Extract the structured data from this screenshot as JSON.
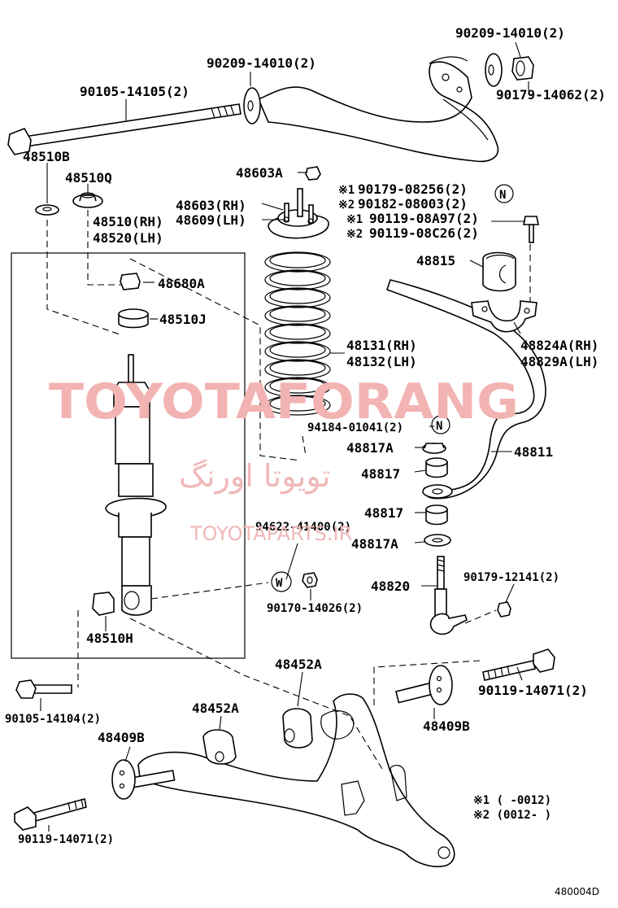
{
  "watermark": {
    "main": "TOYOTAFORANG",
    "arabic": "تویوتا اورنگ",
    "site": "TOYOTAPARTS.IR"
  },
  "labels": {
    "p90209_top": "90209-14010(2)",
    "p90209_mid": "90209-14010(2)",
    "p90179_14062": "90179-14062(2)",
    "p90105_14105": "90105-14105(2)",
    "p48510B": "48510B",
    "p48510Q": "48510Q",
    "p48510_rh": "48510(RH)",
    "p48520_lh": "48520(LH)",
    "p48603A": "48603A",
    "p48603_rh": "48603(RH)",
    "p48609_lh": "48609(LH)",
    "p90179_08256": "90179-08256(2)",
    "p90182_08003": "90182-08003(2)",
    "p90119_08A97": "90119-08A97(2)",
    "p90119_08C26": "90119-08C26(2)",
    "p48815": "48815",
    "p48680A": "48680A",
    "p48510J": "48510J",
    "p48824A_rh": "48824A(RH)",
    "p48829A_lh": "48829A(LH)",
    "p48131_rh": "48131(RH)",
    "p48132_lh": "48132(LH)",
    "p94184": "94184-01041(2)",
    "p48817A_a": "48817A",
    "p48811": "48811",
    "p48817_a": "48817",
    "p48817_b": "48817",
    "p94622": "94622-41400(2)",
    "p48817A_b": "48817A",
    "p48820": "48820",
    "p90179_12141": "90179-12141(2)",
    "p90170_14026": "90170-14026(2)",
    "p48510H": "48510H",
    "p48452A_a": "48452A",
    "p90119_14071_r": "90119-14071(2)",
    "p90105_14104": "90105-14104(2)",
    "p48452A_b": "48452A",
    "p48409B_l": "48409B",
    "p48409B_r": "48409B",
    "p90119_14071_l": "90119-14071(2)",
    "note1": "※1 (       -0012)",
    "note2": "※2 (0012-       )",
    "mark1": "※1",
    "mark2": "※2",
    "mark1b": "※1",
    "mark2b": "※2",
    "n_symbol": "N",
    "n_symbol_b": "N",
    "w_symbol": "W",
    "code": "480004D"
  }
}
